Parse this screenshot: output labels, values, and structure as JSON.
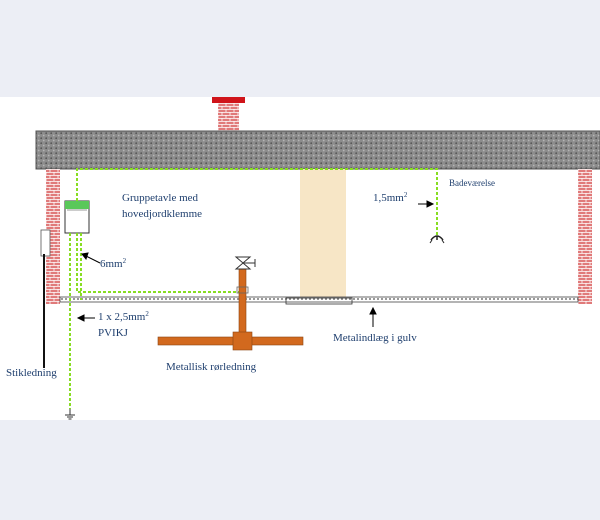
{
  "diagram": {
    "labels": {
      "gruppetavle_line1": "Gruppetavle med",
      "gruppetavle_line2": "hovedjordklemme",
      "badevaerelse": "Badeværelse",
      "wire_6": "6mm",
      "wire_6_sup": "2",
      "wire_15": "1,5mm",
      "wire_15_sup": "2",
      "wire_25": "1 x 2,5mm",
      "wire_25_sup": "2",
      "pvikj": "PVIKJ",
      "metalindlaeg": "Metalindlæg i gulv",
      "metallisk": "Metallisk rørledning",
      "stikledning": "Stikledning"
    },
    "colors": {
      "background": "#eceef5",
      "canvas": "#ffffff",
      "brick": "#e07a7a",
      "chimney_cap": "#d0141a",
      "roof": "#909090",
      "ground_wire": "#88dd22",
      "pipe": "#d2691e",
      "pillar": "#f7e6c6",
      "label_text": "#1f3f6e"
    }
  }
}
